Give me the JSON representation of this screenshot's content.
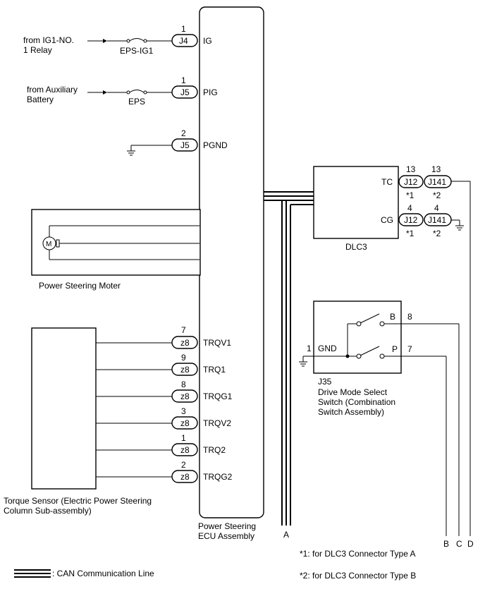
{
  "ecu": {
    "name_line1": "Power Steering",
    "name_line2": "ECU Assembly"
  },
  "power_inputs": [
    {
      "source_line1": "from IG1-NO.",
      "source_line2": "1 Relay",
      "fuse": "EPS-IG1",
      "pin": "1",
      "connector": "J4",
      "terminal": "IG"
    },
    {
      "source_line1": "from Auxiliary",
      "source_line2": "Battery",
      "fuse": "EPS",
      "pin": "1",
      "connector": "J5",
      "terminal": "PIG"
    },
    {
      "source_line1": "",
      "source_line2": "",
      "fuse": "",
      "pin": "2",
      "connector": "J5",
      "terminal": "PGND"
    }
  ],
  "motor": {
    "symbol": "M",
    "label": "Power Steering Moter"
  },
  "torque_sensor": {
    "label_line1": "Torque Sensor (Electric Power Steering",
    "label_line2": "Column Sub-assembly)",
    "pins": [
      {
        "pin": "7",
        "connector": "z8",
        "terminal": "TRQV1"
      },
      {
        "pin": "9",
        "connector": "z8",
        "terminal": "TRQ1"
      },
      {
        "pin": "8",
        "connector": "z8",
        "terminal": "TRQG1"
      },
      {
        "pin": "3",
        "connector": "z8",
        "terminal": "TRQV2"
      },
      {
        "pin": "1",
        "connector": "z8",
        "terminal": "TRQ2"
      },
      {
        "pin": "2",
        "connector": "z8",
        "terminal": "TRQG2"
      }
    ]
  },
  "dlc3": {
    "label": "DLC3",
    "terminals": [
      {
        "name": "TC",
        "pin_a": "13",
        "conn_a": "J12",
        "note_a": "*1",
        "pin_b": "13",
        "conn_b": "J141",
        "note_b": "*2"
      },
      {
        "name": "CG",
        "pin_a": "4",
        "conn_a": "J12",
        "note_a": "*1",
        "pin_b": "4",
        "conn_b": "J141",
        "note_b": "*2"
      }
    ]
  },
  "drive_mode_switch": {
    "connector": "J35",
    "label_line1": "Drive Mode Select",
    "label_line2": "Switch (Combination",
    "label_line3": "Switch Assembly)",
    "gnd_pin": "1",
    "gnd_label": "GND",
    "b_label": "B",
    "b_pin": "8",
    "p_label": "P",
    "p_pin": "7"
  },
  "bus_letter": "A",
  "off_page": [
    "B",
    "C",
    "D"
  ],
  "notes": [
    "*1: for DLC3 Connector Type A",
    "*2: for DLC3 Connector Type B"
  ],
  "legend": {
    "can_line": ": CAN Communication Line"
  }
}
